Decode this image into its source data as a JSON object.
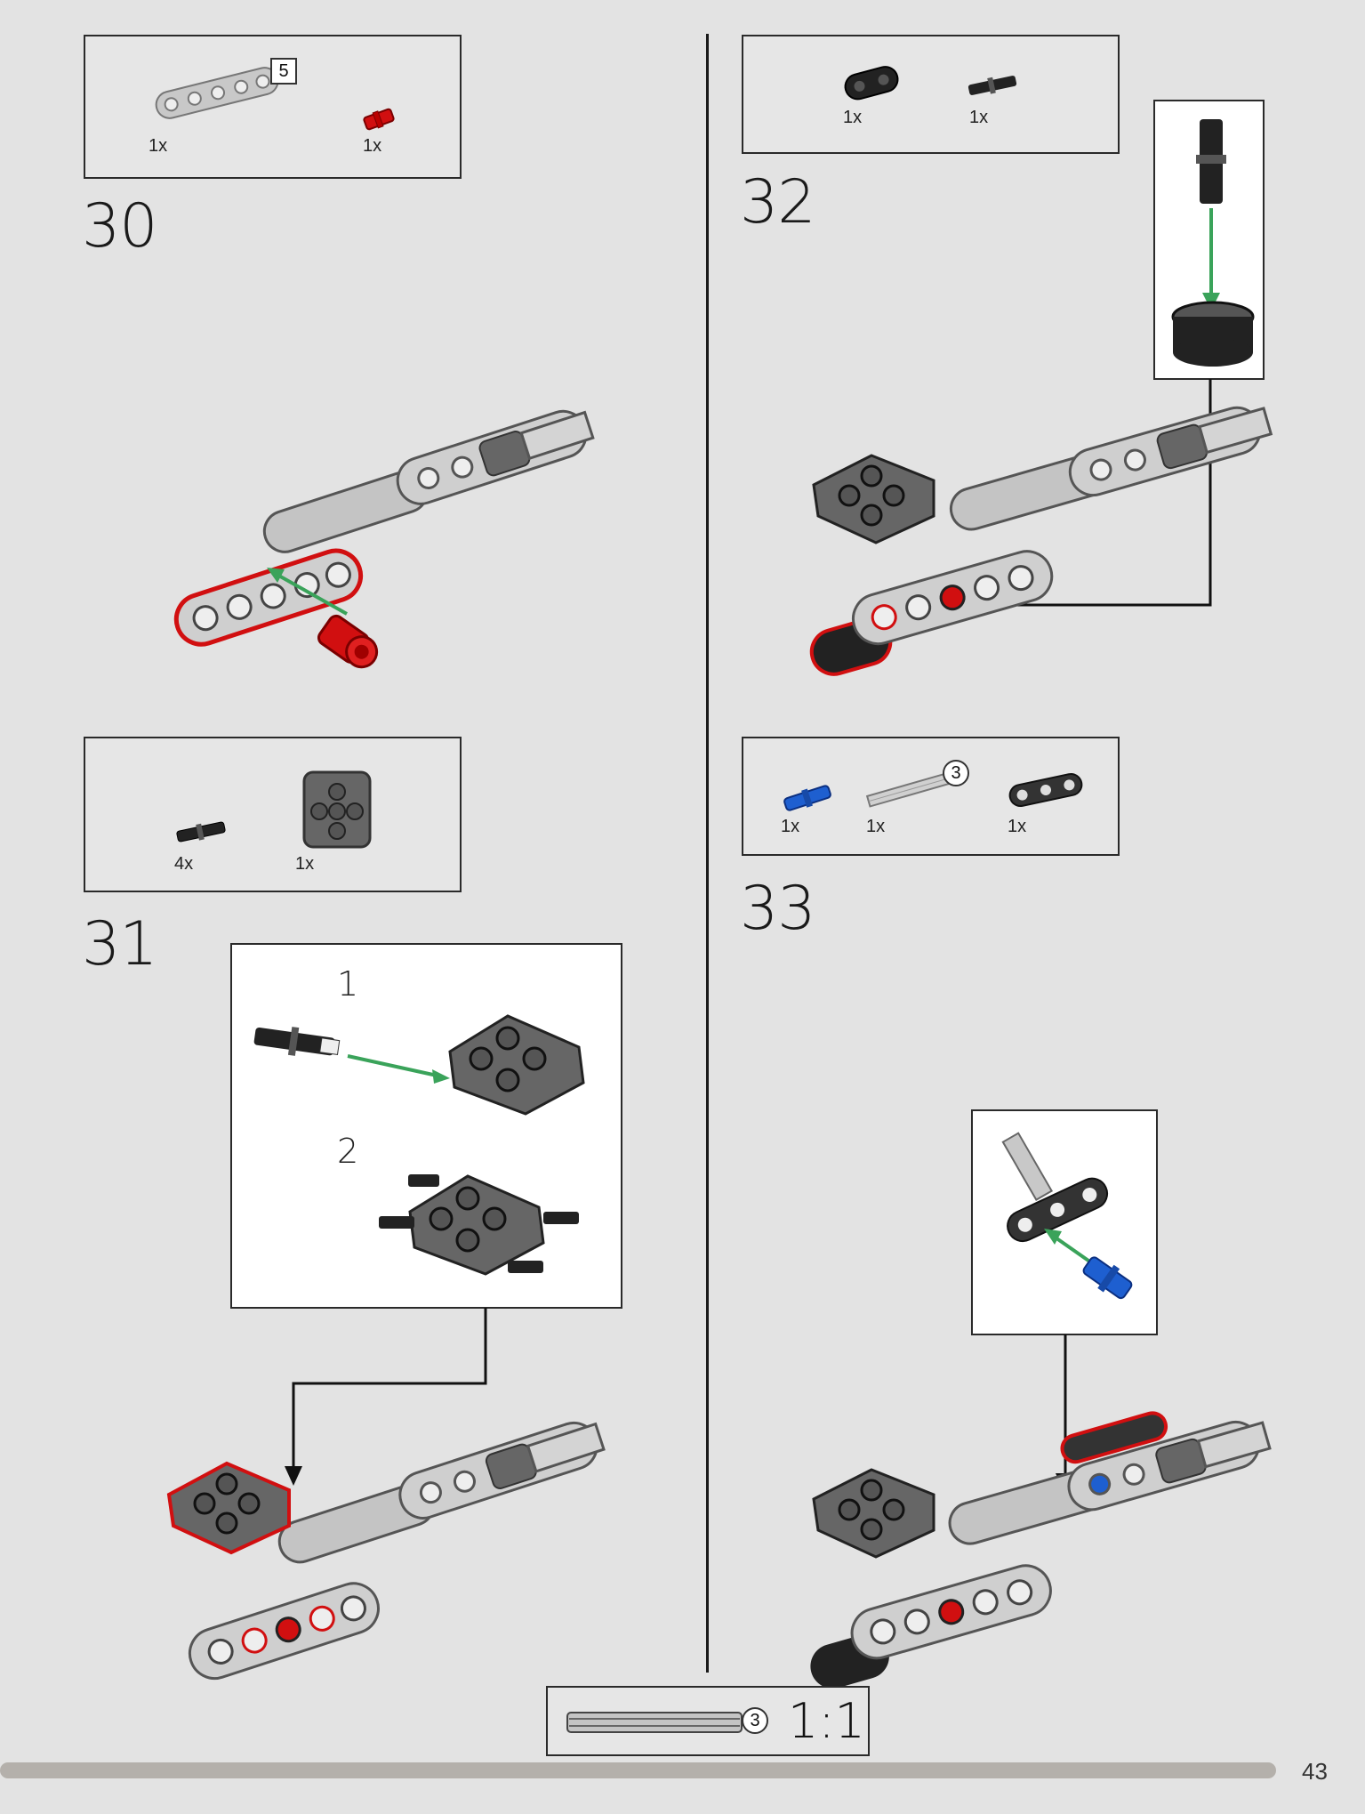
{
  "page_number": "43",
  "colors": {
    "red": "#d10f10",
    "dark_grey": "#585858",
    "light_grey": "#c8c8c8",
    "black": "#1a1a1a",
    "blue": "#1e5fd0",
    "green_arrow": "#3aa35a"
  },
  "step30": {
    "number": "30",
    "parts": [
      {
        "icon": "beam-5-light-grey",
        "qty": "1x",
        "size_label": "5"
      },
      {
        "icon": "pin-red",
        "qty": "1x"
      }
    ]
  },
  "step31": {
    "number": "31",
    "parts": [
      {
        "icon": "pin-black",
        "qty": "4x"
      },
      {
        "icon": "cross-block-dark-grey",
        "qty": "1x"
      }
    ],
    "substeps": [
      "1",
      "2"
    ]
  },
  "step32": {
    "number": "32",
    "parts": [
      {
        "icon": "liftarm-2-black",
        "qty": "1x"
      },
      {
        "icon": "pin-black",
        "qty": "1x"
      }
    ]
  },
  "step33": {
    "number": "33",
    "parts": [
      {
        "icon": "pin-blue",
        "qty": "1x"
      },
      {
        "icon": "axle-3-light-grey",
        "qty": "1x",
        "size_label": "3"
      },
      {
        "icon": "liftarm-3-black",
        "qty": "1x"
      }
    ]
  },
  "scale_ref": {
    "size_label": "3",
    "ratio": "1:1"
  }
}
